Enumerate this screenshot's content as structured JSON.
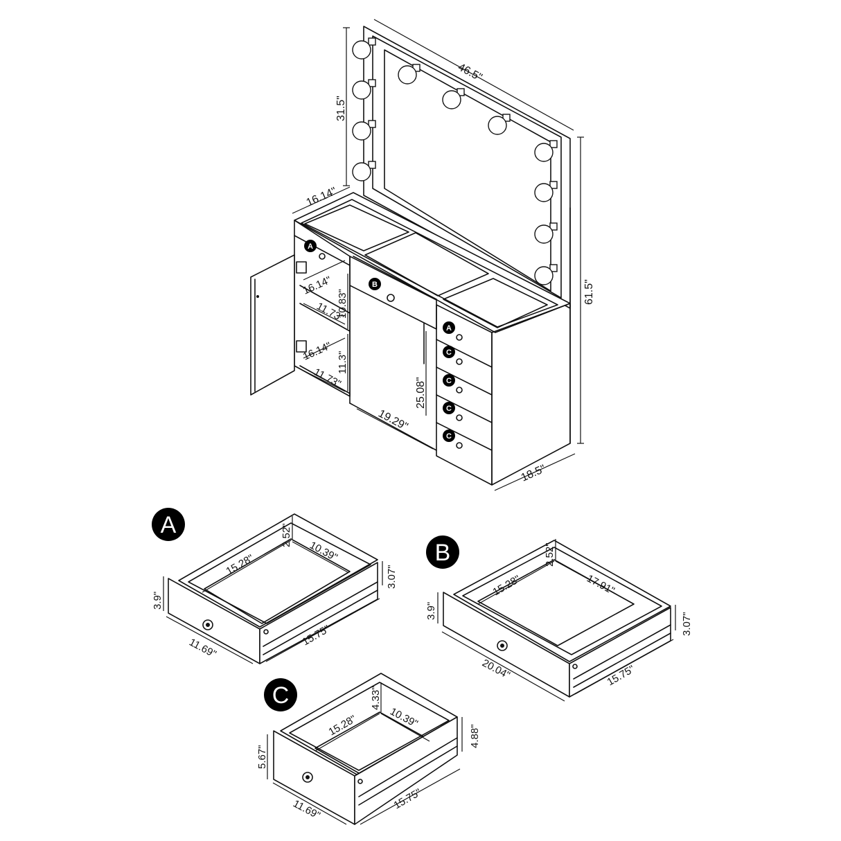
{
  "vanity_dims": {
    "mirror_width": "46.5\"",
    "mirror_height": "31.5\"",
    "total_height": "61.5\"",
    "depth_top": "16.14\"",
    "depth_bottom": "18.5\"",
    "shelf1_depth": "16.14\"",
    "shelf1_height": "10.83\"",
    "shelf1_width": "11.73\"",
    "shelf2_depth": "16.14\"",
    "shelf2_height": "11.3\"",
    "shelf2_width": "11.73\"",
    "knee_height": "25.08\"",
    "knee_width": "19.29\""
  },
  "drawer_labels": {
    "a": "A",
    "b": "B",
    "c": "C"
  },
  "drawer_a": {
    "label": "A",
    "inner_depth": "15.28\"",
    "inner_width": "10.39\"",
    "inner_height": "2.52\"",
    "side_height": "3.07\"",
    "front_height": "3.9\"",
    "front_width": "11.69\"",
    "outer_depth": "15.75\""
  },
  "drawer_b": {
    "label": "B",
    "inner_depth": "15.28\"",
    "inner_width": "17.91\"",
    "inner_height": "2.52\"",
    "side_height": "3.07\"",
    "front_height": "3.9\"",
    "front_width": "20.04\"",
    "outer_depth": "15.75\""
  },
  "drawer_c": {
    "label": "C",
    "inner_depth": "15.28\"",
    "inner_width": "10.39\"",
    "inner_height": "4.33\"",
    "side_height": "4.88\"",
    "front_height": "5.67\"",
    "front_width": "11.69\"",
    "outer_depth": "15.75\""
  }
}
